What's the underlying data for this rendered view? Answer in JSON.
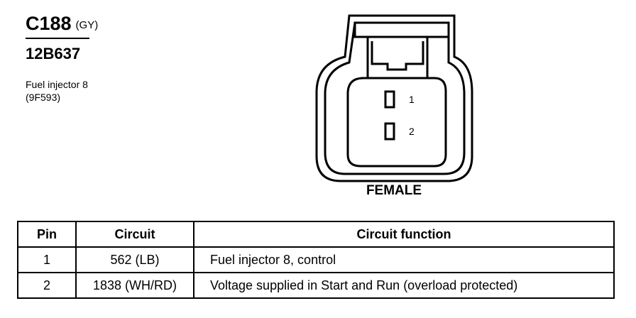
{
  "connector": {
    "id": "C188",
    "color": "(GY)",
    "part_number": "12B637",
    "component_name": "Fuel injector 8",
    "component_code": "(9F593)",
    "gender": "FEMALE",
    "cavity_labels": [
      "1",
      "2"
    ]
  },
  "table": {
    "headers": [
      "Pin",
      "Circuit",
      "Circuit function"
    ],
    "rows": [
      {
        "pin": "1",
        "circuit": "562 (LB)",
        "function": "Fuel injector 8, control"
      },
      {
        "pin": "2",
        "circuit": "1838 (WH/RD)",
        "function": "Voltage supplied in Start and Run (overload protected)"
      }
    ]
  }
}
